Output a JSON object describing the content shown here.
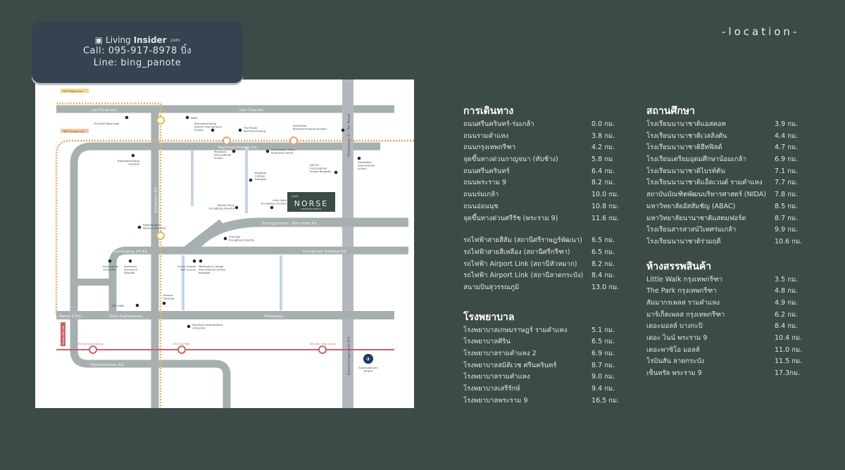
{
  "header": {
    "title": "-location-"
  },
  "watermark": {
    "brand_light": "Living",
    "brand_bold": "Insider",
    "brand_suffix": ".com",
    "call": "Call: 095-917-8978 บิ๋ง",
    "line": "Line: bing_panote"
  },
  "colors": {
    "background": "#3c4a48",
    "road": "#a7b0b0",
    "arl": "#c9636c",
    "bts": "#e8b94a",
    "mrt": "#e8a36a"
  },
  "map": {
    "lines": {
      "bts": "BTS Yellow Line",
      "mrt": "MRT Orange Line",
      "arl": "Airport Rail Link"
    },
    "roads": {
      "lat_phrao": "Lat Phrao Rd.",
      "seri_thai": "Seri Thai Rd.",
      "ramkhamhaeng": "Ramkhamhaeng Rd.",
      "srinakarin": "Srinakarin Rd.",
      "motorway_tat": "Motorway 9 / Tat Road",
      "srinagarindra": "Srinagarindra - Rom Klao Rd.",
      "ram24": "Ramkhamhaeng 24 Rd.",
      "krungthep_kreetha": "Krungthep Kreetha Rd.",
      "rama9": "Rama 9 Rd.",
      "sirat": "Sirat Expressway",
      "motorway": "Motorway",
      "kanchanaphisek": "Kanchanaphisek Rd.",
      "phatthanakan": "Phatthanakan Rd."
    },
    "stations": {
      "arl1": "ARL Ramkhamhaeng",
      "arl2": "ARL Hua Mak",
      "arl3": "ARL Ban Thap Chang"
    },
    "project": {
      "small": "noble",
      "name": "NORSE",
      "sub": "KRUNGTHEP KREETHA"
    },
    "pois": {
      "mall_bangkapi": "The Mall Bang Kapi",
      "nida": "NIDA",
      "advent_1": "Ramkhamhaeng",
      "advent_2": "Advent International",
      "advent_3": "School",
      "paseo_1": "The Paseo",
      "paseo_2": "Ramkhamhaeng",
      "kasemrad_1": "Kasemrad",
      "kasemrad_2": "Ramkhamhaeng Hospital",
      "ram_hosp_1": "Ramkhamhaeng",
      "ram_hosp_2": "Hospital",
      "mandarin_1": "Mandarin",
      "mandarin_2": "International",
      "mandarin_3": "School",
      "sammakorn_1": "Sammakorn Place",
      "sammakorn_2": "Shopping Center",
      "heathfield_1": "Heathfield",
      "heathfield_2": "International",
      "heathfield_3": "School",
      "brighton_1": "Brighton",
      "brighton_2": "College",
      "brighton_3": "Bangkok",
      "ascot_1": "ASCOT",
      "ascot_2": "International",
      "ascot_3": "School Bangkok",
      "market_1": "Market Place",
      "market_2": "Krungthep Kreetha",
      "littlewalk_1": "Little Walk",
      "littlewalk_2": "Krungthep Kreetha",
      "raja_1": "Rajamangala",
      "raja_2": "National Stadium",
      "park_1": "The Park",
      "park_2": "Krungthep Kreetha",
      "assumption_1": "Assumption",
      "assumption_2": "University",
      "samitivej_1": "Samitivej",
      "samitivej_2": "Srinakarin",
      "samitivej_3": "Hospital",
      "unico_1": "Unico Grande",
      "unico_2": "Golf Course",
      "wellington_1": "Wellington College",
      "wellington_2": "International School",
      "wellington_3": "Bangkok",
      "serene_1": "Serene",
      "serene_2": "Hospital",
      "thenine": "THE NINE",
      "stamford_1": "Stamford International",
      "stamford_2": "University",
      "airport_1": "Suvarnabhumi",
      "airport_2": "Airport"
    }
  },
  "travel": {
    "title": "การเดินทาง",
    "roads": [
      {
        "name": "ถนนศรีนครินทร์-ร่มเกล้า",
        "dist": "0.0 กม."
      },
      {
        "name": "ถนนรามคำแหง",
        "dist": "3.8 กม."
      },
      {
        "name": "ถนนกรุงเทพกรีฑา",
        "dist": "4.2 กม."
      },
      {
        "name": "จุดขึ้นทางด่วนกาญจนา (ทับช้าง)",
        "dist": "5.8 กม"
      },
      {
        "name": "ถนนศรีนครินทร์",
        "dist": "6.4 กม."
      },
      {
        "name": "ถนนพระราม 9",
        "dist": "8.2 กม."
      },
      {
        "name": "ถนนร่มเกล้า",
        "dist": "10.0 กม."
      },
      {
        "name": "ถนนอ่อนนุช",
        "dist": "10.8 กม."
      },
      {
        "name": "จุดขึ้นทางด่วนศรีรัช (พระราม 9)",
        "dist": "11.6 กม."
      }
    ],
    "transit": [
      {
        "name": "รถไฟฟ้าสายสีส้ม (สถานีศรีราษฎร์พัฒนา)",
        "dist": "6.5 กม."
      },
      {
        "name": "รถไฟฟ้าสายสีเหลือง (สถานีศรีกรีฑา)",
        "dist": "6.5 กม."
      },
      {
        "name": "รถไฟฟ้า Airport Link (สถานีหัวหมาก)",
        "dist": "8.2 กม."
      },
      {
        "name": "รถไฟฟ้า Airport Link (สถานีลาดกระบัง)",
        "dist": "8.4 กม."
      },
      {
        "name": "สนามบินสุวรรณภูมิ",
        "dist": "13.0 กม."
      }
    ]
  },
  "hospitals": {
    "title": "โรงพยาบาล",
    "items": [
      {
        "name": "โรงพยาบาลเกษมราษฎร์ รามคำแหง",
        "dist": "5.1 กม."
      },
      {
        "name": "โรงพยาบาลศิริน",
        "dist": "6.5 กม."
      },
      {
        "name": "โรงพยาบาลรามคำแหง 2",
        "dist": "6.9 กม."
      },
      {
        "name": "โรงพยาบาลสมิติเวช ศรีนครินทร์",
        "dist": "8.7 กม."
      },
      {
        "name": "โรงพยาบาลรามคำแหง",
        "dist": "9.0 กม."
      },
      {
        "name": "โรงพยาบาลเสรีรักษ์",
        "dist": "9.4 กม."
      },
      {
        "name": "โรงพยาบาลพระราม 9",
        "dist": "16.5 กม."
      }
    ]
  },
  "education": {
    "title": "สถานศึกษา",
    "items": [
      {
        "name": "โรงเรียนนานาชาติแอสคอท",
        "dist": "3.9 กม."
      },
      {
        "name": "โรงเรียนนานาชาติเวลลิงตัน",
        "dist": "4.4 กม."
      },
      {
        "name": "โรงเรียนนานาชาติฮีทฟิลด์",
        "dist": "4.7 กม."
      },
      {
        "name": "โรงเรียนเตรียมอุดมศึกษาน้อมเกล้า",
        "dist": "6.9 กม."
      },
      {
        "name": "โรงเรียนนานาชาติไบรท์ตัน",
        "dist": "7.1 กม."
      },
      {
        "name": "โรงเรียนนานาชาติแอ็ดเวนต์ รามคำแหง",
        "dist": "7.7 กม."
      },
      {
        "name": "สถาบันบัณฑิตพัฒนบริหารศาสตร์ (NIDA)",
        "dist": "7.8 กม."
      },
      {
        "name": "มหาวิทยาลัยอัสสัมชัญ (ABAC)",
        "dist": "8.5 กม."
      },
      {
        "name": "มหาวิทยาลัยนานาชาติแสตมฟอร์ด",
        "dist": "8.7 กม."
      },
      {
        "name": "โรงเรียนสารสาสน์วิเทศร่มเกล้า",
        "dist": "9.9 กม."
      },
      {
        "name": "โรงเรียนนานาชาติร่วมฤดี",
        "dist": "10.6 กม."
      }
    ]
  },
  "malls": {
    "title": "ห้างสรรพสินค้า",
    "items": [
      {
        "name": "Little Walk กรุงเทพกรีฑา",
        "dist": "3.5 กม."
      },
      {
        "name": "The Park กรุงเทพกรีฑา",
        "dist": "4.8 กม."
      },
      {
        "name": "สัมมากรเพลส รามคำแหง",
        "dist": "4.9 กม."
      },
      {
        "name": "มาร์เก็ตเพลส กรุงเทพกรีฑา",
        "dist": "6.2 กม."
      },
      {
        "name": "เดอะมอลล์ บางกะปิ",
        "dist": "8.4 กม."
      },
      {
        "name": "เดอะ ไนน์ พระราม 9",
        "dist": "10.4 กม."
      },
      {
        "name": "เดอะพาซิโอ มอลล์",
        "dist": "11.0 กม."
      },
      {
        "name": "โรบินสัน ลาดกระบัง",
        "dist": "11.5 กม."
      },
      {
        "name": "เซ็นทรัล พระราม 9",
        "dist": "17.3กม."
      }
    ]
  }
}
